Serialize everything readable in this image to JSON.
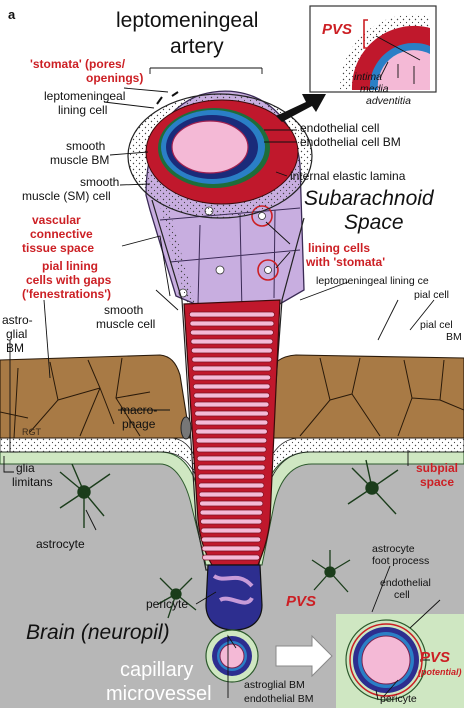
{
  "figure": {
    "panel_letter": "a",
    "title_line1": "leptomeningeal",
    "title_line2": "artery",
    "inset": {
      "pvs": "PVS",
      "intima": "intima",
      "media": "media",
      "adventitia": "adventitia"
    },
    "labels": {
      "stomata_line1": "'stomata' (pores/",
      "stomata_line2": "openings)",
      "lining_cell_line1": "leptomeningeal",
      "lining_cell_line2": "lining cell",
      "endothelial_cell": "endothelial cell",
      "endothelial_cell_bm": "endothelial cell BM",
      "smooth_muscle_bm_line1": "smooth",
      "smooth_muscle_bm_line2": "muscle BM",
      "internal_elastic_lamina": "internal elastic lamina",
      "sm_cell_line1": "smooth",
      "sm_cell_line2": "muscle (SM) cell",
      "subarachnoid_line1": "Subarachnoid",
      "subarachnoid_line2": "Space",
      "vctsp_line1": "vascular",
      "vctsp_line2": "connective",
      "vctsp_line3": "tissue space",
      "lining_stomata_line1": "lining cells",
      "lining_stomata_line2": "with 'stomata'",
      "pial_gaps_line1": "pial lining",
      "pial_gaps_line2": "cells with gaps",
      "pial_gaps_line3": "('fenestrations')",
      "lepto_lining_ce": "leptomeningeal lining ce",
      "pial_cell_1": "pial cell",
      "pial_cell_2_line1": "pial cel",
      "pial_cell_2_line2": "BM",
      "smooth_muscle_cell_line1": "smooth",
      "smooth_muscle_cell_line2": "muscle cell",
      "astroglial_bm_line1": "astro-",
      "astroglial_bm_line2": "glial",
      "astroglial_bm_line3": "BM",
      "macrophage_line1": "macro-",
      "macrophage_line2": "phage",
      "rgt": "RGT",
      "glia_limitans_line1": "glia",
      "glia_limitans_line2": "limitans",
      "subpial_line1": "subpial",
      "subpial_line2": "space",
      "astrocyte": "astrocyte",
      "astrocyte_foot_line1": "astrocyte",
      "astrocyte_foot_line2": "foot process",
      "endothelial_cell2_line1": "endothelial",
      "endothelial_cell2_line2": "cell",
      "pericyte": "pericyte",
      "pvs_mid": "PVS",
      "brain": "Brain (neuropil)",
      "capillary_line1": "capillary",
      "capillary_line2": "microvessel",
      "astroglial_bm_bottom": "astroglial BM",
      "endothelial_bm_bottom": "endothelial BM",
      "pvs_right": "PVS",
      "potential": "(potential)",
      "pericyte_bottom": "pericyte"
    }
  },
  "colors": {
    "red_label": "#cc1f24",
    "lavender": "#c8aee0",
    "brown": "#a87a45",
    "brain_gray": "#b4b4b4",
    "glia_green": "#cfe7c2",
    "vessel_red": "#c0182c",
    "lumen_pink": "#f4b9d6",
    "pericyte_blue": "#2d2e8f",
    "endothelial_blue": "#2a7fc6"
  }
}
